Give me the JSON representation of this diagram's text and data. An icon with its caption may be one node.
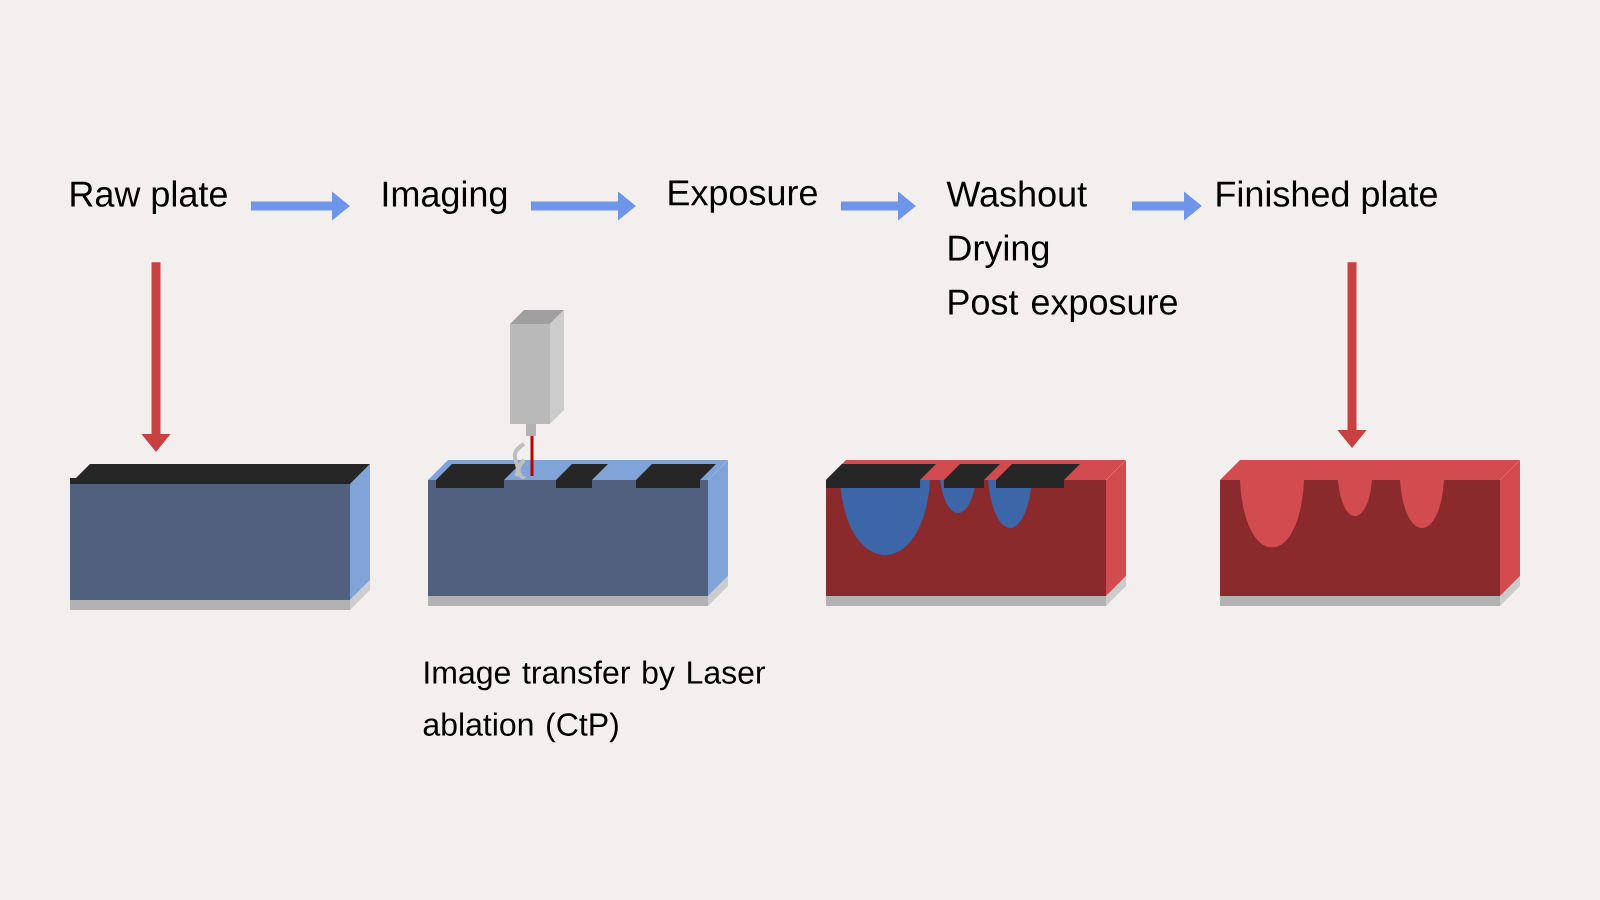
{
  "diagram": {
    "nodes": [
      {
        "text": [
          "Raw plate"
        ]
      },
      {
        "text": [
          "Imaging"
        ]
      },
      {
        "text": [
          "Exposure"
        ]
      },
      {
        "text": [
          "Washout",
          "Drying",
          "Post exposure"
        ]
      },
      {
        "text": [
          "Finished plate"
        ]
      },
      {
        "text": [],
        "shape": "box"
      },
      {
        "text": [],
        "shape": "picture",
        "beside": [
          "Image transfer by Laser ablation (CtP)"
        ]
      },
      {
        "text": [],
        "shape": "picture"
      },
      {
        "text": [],
        "shape": "picture"
      }
    ],
    "edges": [
      {
        "from": 0,
        "to": 1,
        "arrow": "to"
      },
      {
        "from": 1,
        "to": 2,
        "arrow": "to"
      },
      {
        "from": 2,
        "to": 3,
        "arrow": "to"
      },
      {
        "from": 3,
        "to": 4,
        "arrow": "to"
      },
      {
        "from": 0,
        "to": 5,
        "arrow": "to",
        "color": "#c94040"
      },
      {
        "from": 4,
        "to": 8,
        "arrow": "to",
        "color": "#c94040"
      }
    ]
  }
}
